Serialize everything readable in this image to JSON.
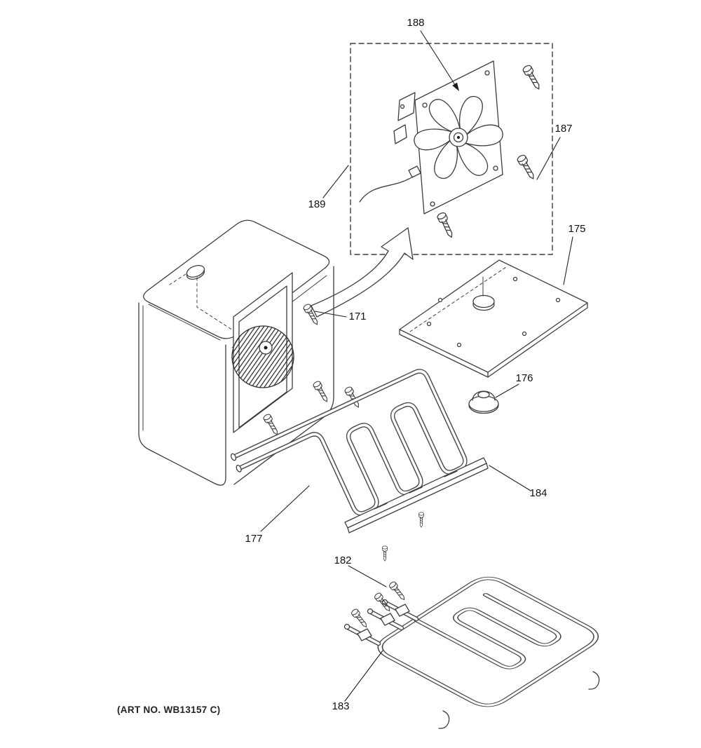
{
  "diagram": {
    "art_no": "(ART NO. WB13157 C)",
    "labels": {
      "l171": "171",
      "l175": "175",
      "l176": "176",
      "l177": "177",
      "l182": "182",
      "l183": "183",
      "l184": "184",
      "l187": "187",
      "l188": "188",
      "l189": "189"
    },
    "colors": {
      "line": "#3d3d3d",
      "label_text": "#111111",
      "background": "#ffffff"
    }
  }
}
